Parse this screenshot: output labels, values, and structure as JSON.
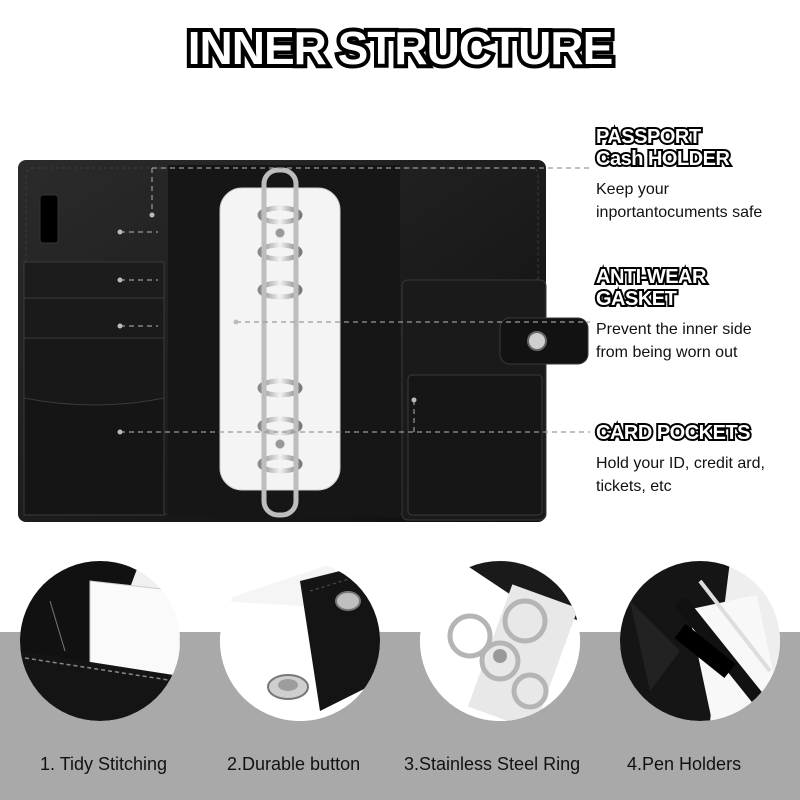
{
  "title": "INNER STRUCTURE",
  "features": [
    {
      "heading_line1": "PASSPORT",
      "heading_line2": "Cash HOLDER",
      "desc_line1": "Keep your",
      "desc_line2": "inportantocuments safe"
    },
    {
      "heading_line1": "ANTI-WEAR",
      "heading_line2": "GASKET",
      "desc_line1": "Prevent the inner side",
      "desc_line2": "from being worn out"
    },
    {
      "heading_line1": "CARD POCKETS",
      "heading_line2": "",
      "desc_line1": "Hold your ID, credit ard,",
      "desc_line2": " tickets, etc"
    }
  ],
  "details": [
    {
      "label": "1. Tidy Stitching",
      "icon": "stitching-closeup"
    },
    {
      "label": "2.Durable button",
      "icon": "snap-button-closeup"
    },
    {
      "label": "3.Stainless Steel Ring",
      "icon": "binder-ring-closeup"
    },
    {
      "label": "4.Pen Holders",
      "icon": "pen-holder-closeup"
    }
  ],
  "colors": {
    "leather": "#141414",
    "leather_light": "#2a2a2a",
    "band": "#a9a9a9",
    "insert": "#f4f4f4",
    "ring": "#c9c9c9"
  }
}
